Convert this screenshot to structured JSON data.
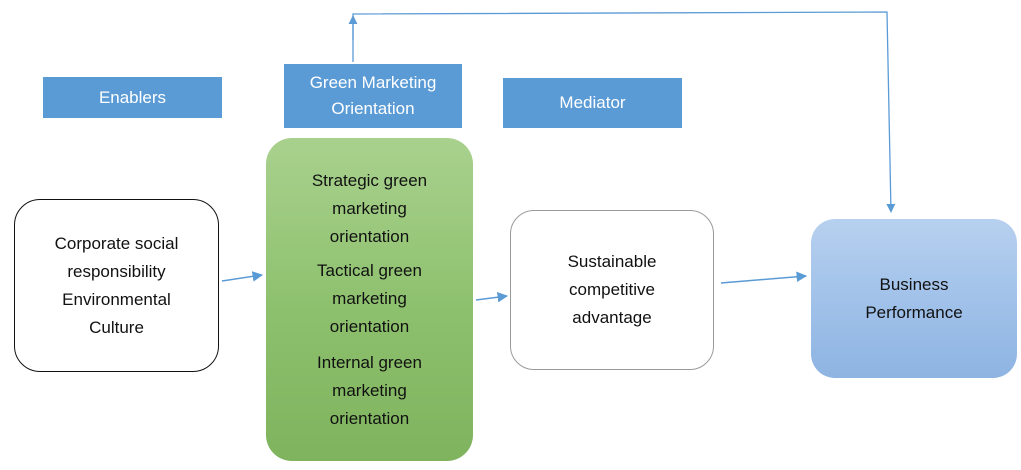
{
  "headers": {
    "enablers": "Enablers",
    "gmo_line1": "Green Marketing",
    "gmo_line2": "Orientation",
    "mediator": "Mediator"
  },
  "nodes": {
    "enablers": {
      "line1": "Corporate social",
      "line2": "responsibility",
      "line3": "Environmental",
      "line4": "Culture"
    },
    "gmo": {
      "strategic": [
        "Strategic green",
        "marketing",
        "orientation"
      ],
      "tactical": [
        "Tactical green",
        "marketing",
        "orientation"
      ],
      "internal": [
        "Internal green",
        "marketing",
        "orientation"
      ]
    },
    "mediator": {
      "line1": "Sustainable",
      "line2": "competitive",
      "line3": "advantage"
    },
    "outcome": {
      "line1": "Business",
      "line2": "Performance"
    }
  },
  "colors": {
    "header_fill": "#5b9bd5",
    "header_text": "#ffffff",
    "gmo_fill": "#a9d18e",
    "outcome_fill": "#9dc3e6",
    "arrow": "#5b9bd5",
    "text": "#111111"
  }
}
